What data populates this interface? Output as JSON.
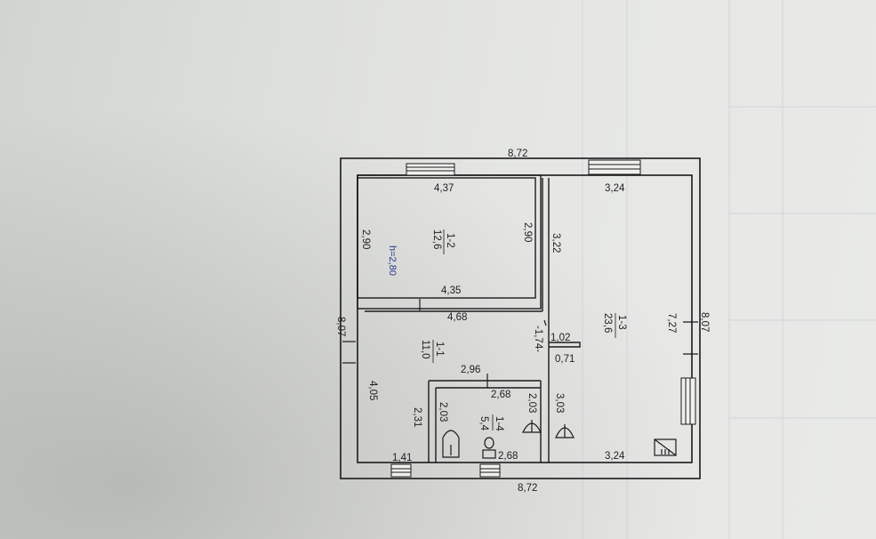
{
  "plan": {
    "overall_top": "8,72",
    "overall_bottom": "8,72",
    "overall_left": "8,07",
    "overall_right": "8,07",
    "ceiling_height": "h=2,80"
  },
  "rooms": [
    {
      "id": "1-2",
      "area": "12,6",
      "top": "4,37",
      "bottom": "4,35",
      "left": "2,90",
      "right": "2,90"
    },
    {
      "id": "1-3",
      "area": "23,6",
      "top": "3,24",
      "bottom": "3,24",
      "left": "3,22",
      "right": "7,27"
    },
    {
      "id": "1-1",
      "area": "11,0",
      "top": "4,68",
      "left": "4,05",
      "inner": "2,31",
      "bottom": "1,41"
    },
    {
      "id": "1-4",
      "area": "5,4",
      "top": "2,68",
      "bottom": "2,68",
      "left": "2,03",
      "right": "2,03"
    }
  ],
  "misc": {
    "corridor_width": "2,96",
    "partition_a": "1,02",
    "partition_b": "0,71",
    "partition_c": "1,74",
    "room3_left_lower": "3,03"
  },
  "icons": [
    "window-icon",
    "door-icon",
    "bathtub-icon",
    "toilet-icon",
    "sink-icon",
    "stove-icon"
  ]
}
